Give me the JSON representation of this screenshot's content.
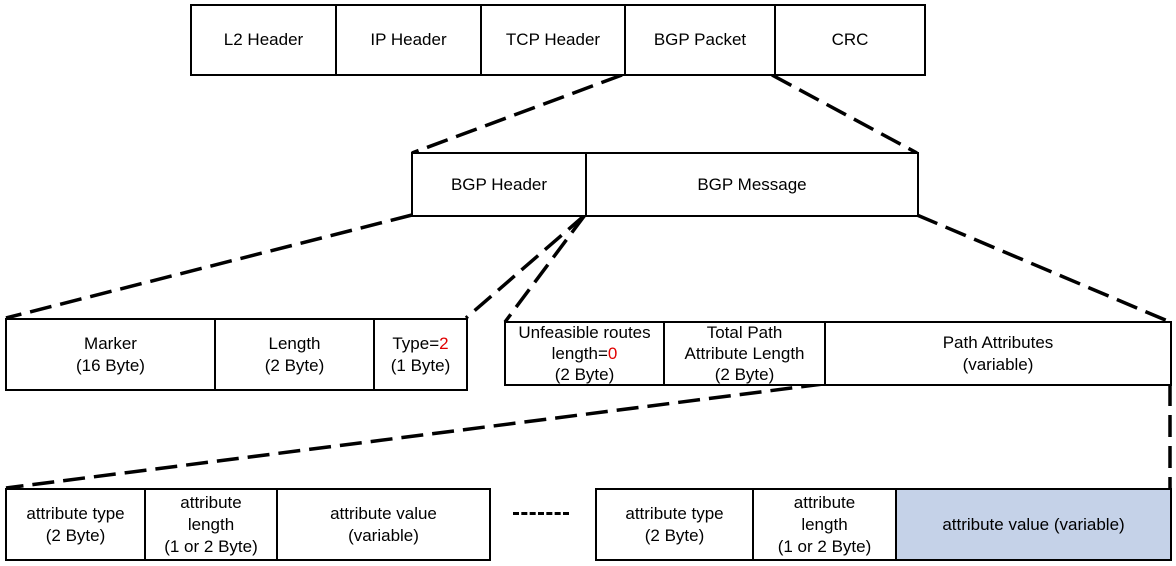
{
  "frame": {
    "l2": "L2 Header",
    "ip": "IP Header",
    "tcp": "TCP Header",
    "bgp": "BGP Packet",
    "crc": "CRC"
  },
  "packet": {
    "header": "BGP Header",
    "message": "BGP Message"
  },
  "header_fields": {
    "marker": "Marker",
    "marker_size": "(16 Byte)",
    "length": "Length",
    "length_size": "(2 Byte)",
    "type_label": "Type=",
    "type_value": "2",
    "type_size": "(1 Byte)"
  },
  "message_fields": {
    "unfeasible_line1": "Unfeasible routes",
    "unfeasible_label": "length=",
    "unfeasible_value": "0",
    "unfeasible_size": "(2 Byte)",
    "total_line1": "Total Path",
    "total_line2": "Attribute Length",
    "total_size": "(2 Byte)",
    "path_attrs": "Path Attributes",
    "path_attrs_size": "(variable)"
  },
  "attribute_left": {
    "type": "attribute type",
    "type_size": "(2 Byte)",
    "length_line1": "attribute",
    "length_line2": "length",
    "length_size": "(1 or 2 Byte)",
    "value": "attribute value",
    "value_size": "(variable)"
  },
  "attribute_right": {
    "type": "attribute type",
    "type_size": "(2 Byte)",
    "length_line1": "attribute",
    "length_line2": "length",
    "length_size": "(1 or 2 Byte)",
    "value": "attribute value (variable)"
  },
  "colors": {
    "type_value": "#e00000",
    "highlight": "#c5d2e8"
  }
}
